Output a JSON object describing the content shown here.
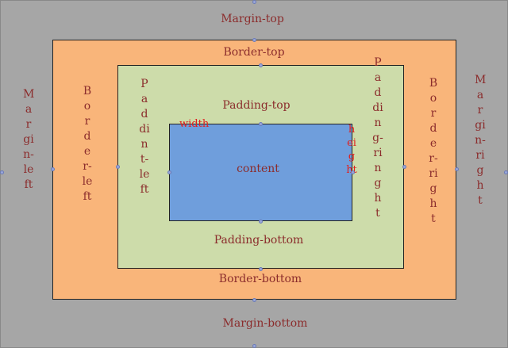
{
  "labels": {
    "margin_top": "Margin-top",
    "margin_bottom": "Margin-bottom",
    "margin_left": "Margin-left",
    "margin_right": "Margin-right",
    "border_top": "Border-top",
    "border_bottom": "Border-bottom",
    "border_left": "Border-left",
    "border_right": "Border-right",
    "padding_top": "Padding-top",
    "padding_bottom": "Padding-bottom",
    "padding_left": "Paddint-left",
    "padding_right": "Padding-ringht",
    "content": "content",
    "width": "width",
    "height": "height"
  },
  "colors": {
    "margin": "#a6a6a6",
    "border": "#f9b57a",
    "padding": "#cddcaa",
    "content": "#6f9edc",
    "label_text": "#8b2c2c",
    "dimension_text": "#e02020"
  }
}
